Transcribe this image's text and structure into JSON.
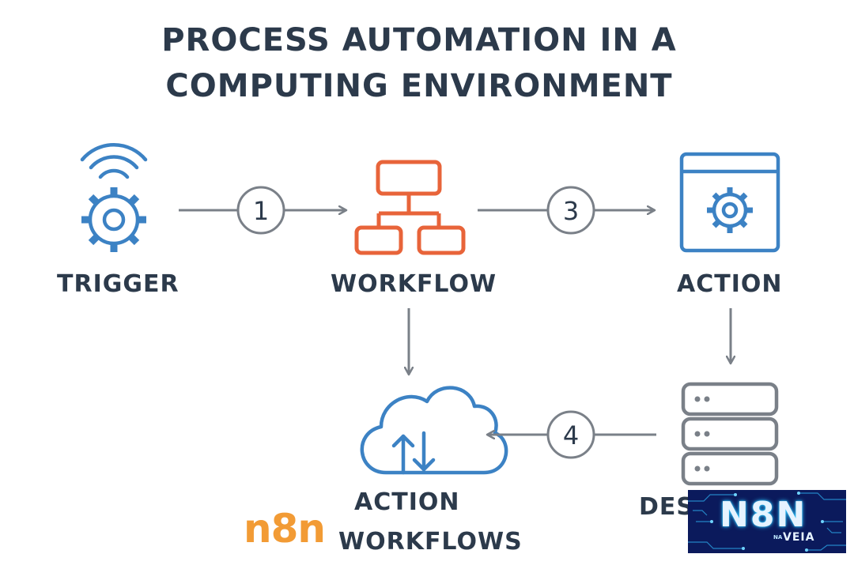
{
  "title": {
    "line1": "PROCESS AUTOMATION IN A",
    "line2": "COMPUTING ENVIRONMENT"
  },
  "nodes": {
    "trigger": "TRIGGER",
    "workflow": "WORKFLOW",
    "action": "ACTION",
    "cloud_line1": "ACTION",
    "cloud_line2": "WORKFLOWS",
    "destination_partial": "DES"
  },
  "steps": {
    "step1": "1",
    "step3": "3",
    "step4": "4"
  },
  "logos": {
    "n8n_text": "n8n",
    "badge_main": "N8N",
    "badge_sub1": "NA",
    "badge_sub2": "VEIA"
  },
  "colors": {
    "blue": "#3c82c4",
    "orange": "#e8643a",
    "gray": "#7a8088",
    "text": "#2c3a4b",
    "n8n_orange": "#f29b35",
    "badge_bg": "#0b1a5c"
  },
  "icons": {
    "trigger": "wifi-gear-icon",
    "workflow": "flowchart-icon",
    "action": "window-gear-icon",
    "cloud": "cloud-sync-icon",
    "destination": "server-icon"
  }
}
